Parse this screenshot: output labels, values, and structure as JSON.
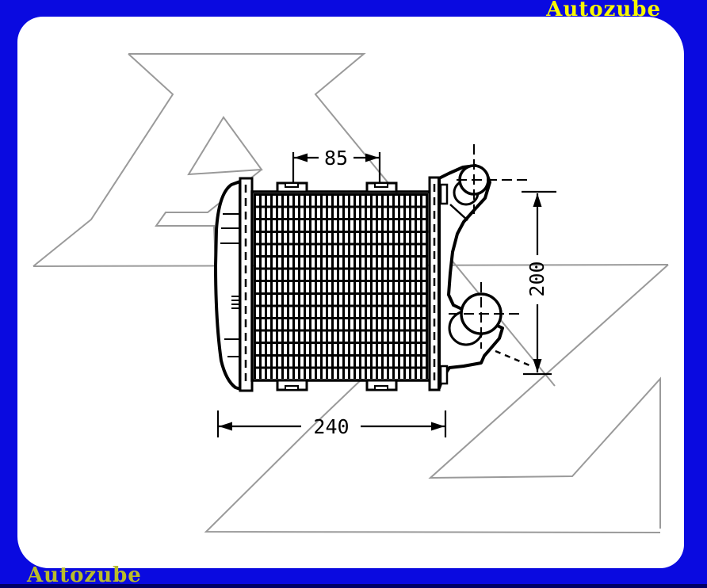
{
  "page": {
    "background_color": "#0a0ae0",
    "panel_color": "#ffffff",
    "accent_yellow_top": "#f8f800",
    "accent_yellow_bottom": "#b9bc2a"
  },
  "brand": {
    "top_label": "Autozube",
    "bottom_label": "Autozube"
  },
  "diagram": {
    "description": "intercooler-technical-line-drawing",
    "watermark_letters": "AZ",
    "dimensions": {
      "width_top": "85",
      "width_bottom": "240",
      "height_right": "200"
    }
  }
}
